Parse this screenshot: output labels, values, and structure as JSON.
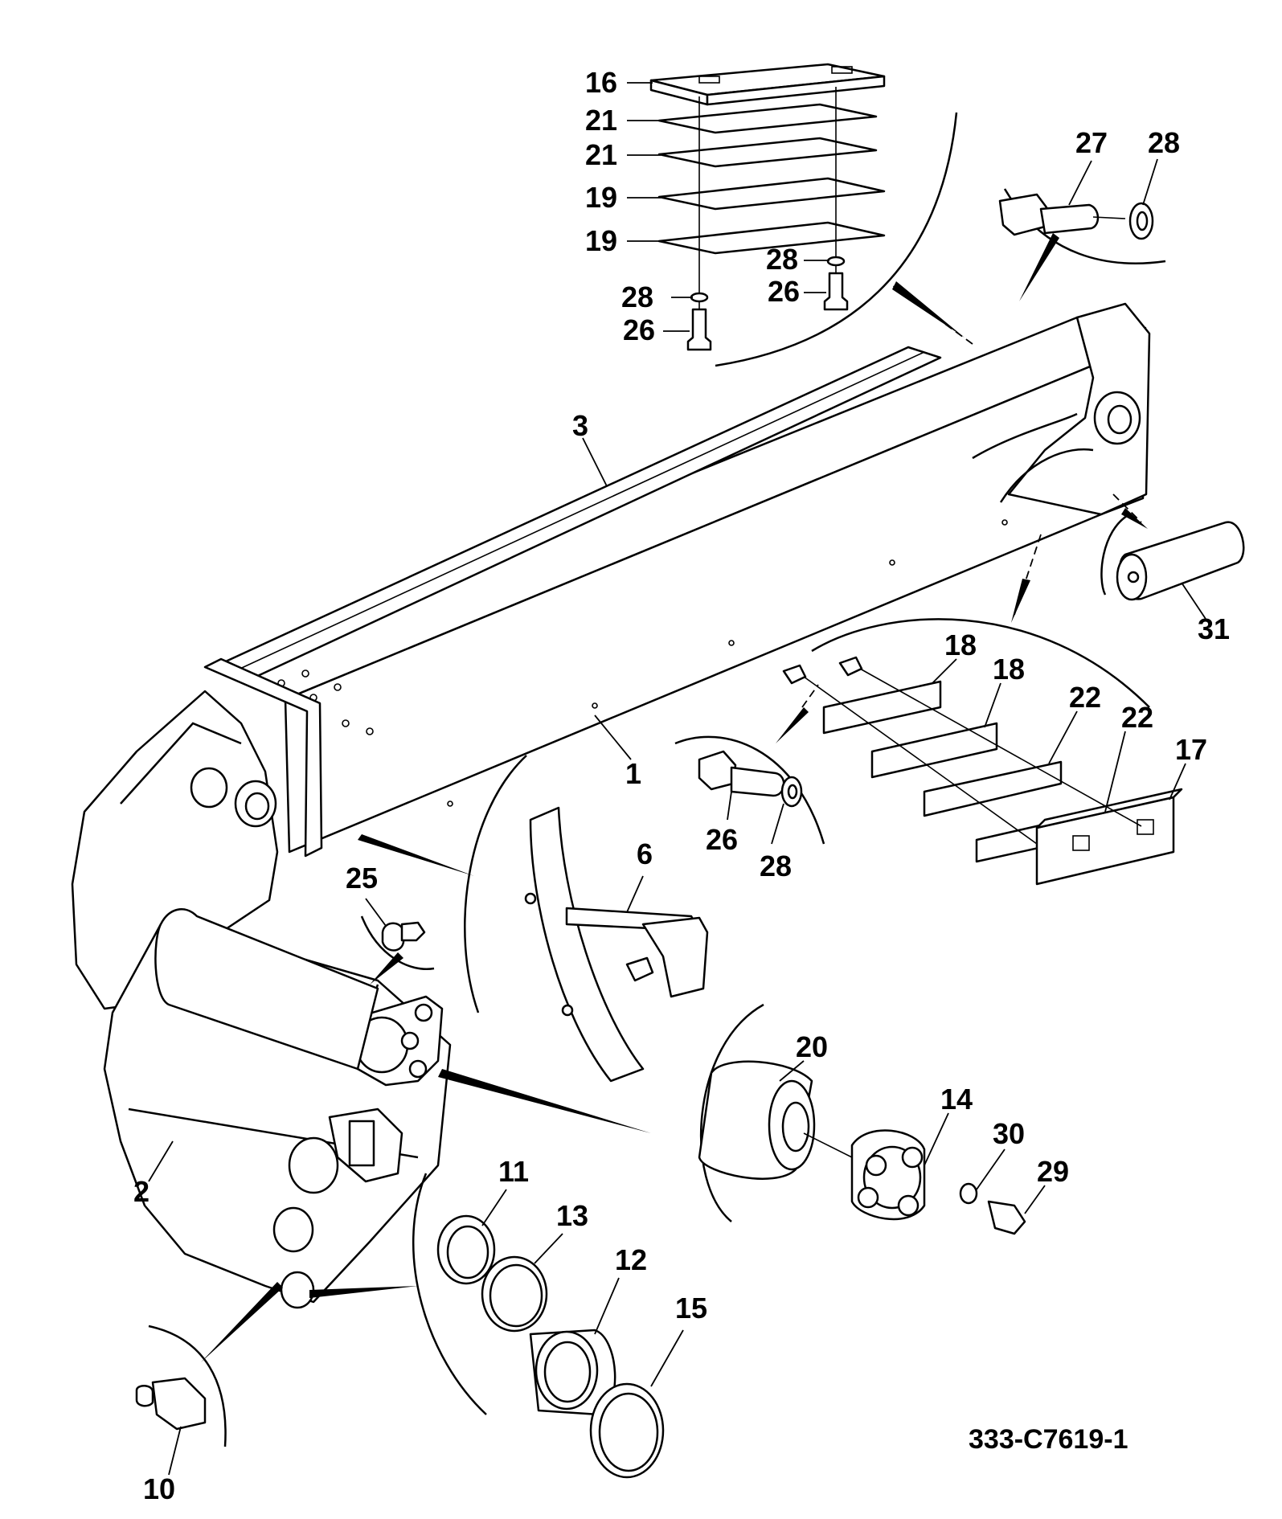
{
  "drawing_number": "333-C7619-1",
  "callouts": {
    "p1": "1",
    "p2": "2",
    "p3": "3",
    "p6": "6",
    "p10": "10",
    "p11": "11",
    "p12": "12",
    "p13": "13",
    "p14": "14",
    "p15": "15",
    "p16": "16",
    "p17": "17",
    "p18a": "18",
    "p18b": "18",
    "p19a": "19",
    "p19b": "19",
    "p20": "20",
    "p21a": "21",
    "p21b": "21",
    "p22a": "22",
    "p22b": "22",
    "p25": "25",
    "p26a": "26",
    "p26b": "26",
    "p26c": "26",
    "p27": "27",
    "p28a": "28",
    "p28b": "28",
    "p28c": "28",
    "p28d": "28",
    "p29": "29",
    "p30": "30",
    "p31": "31"
  }
}
